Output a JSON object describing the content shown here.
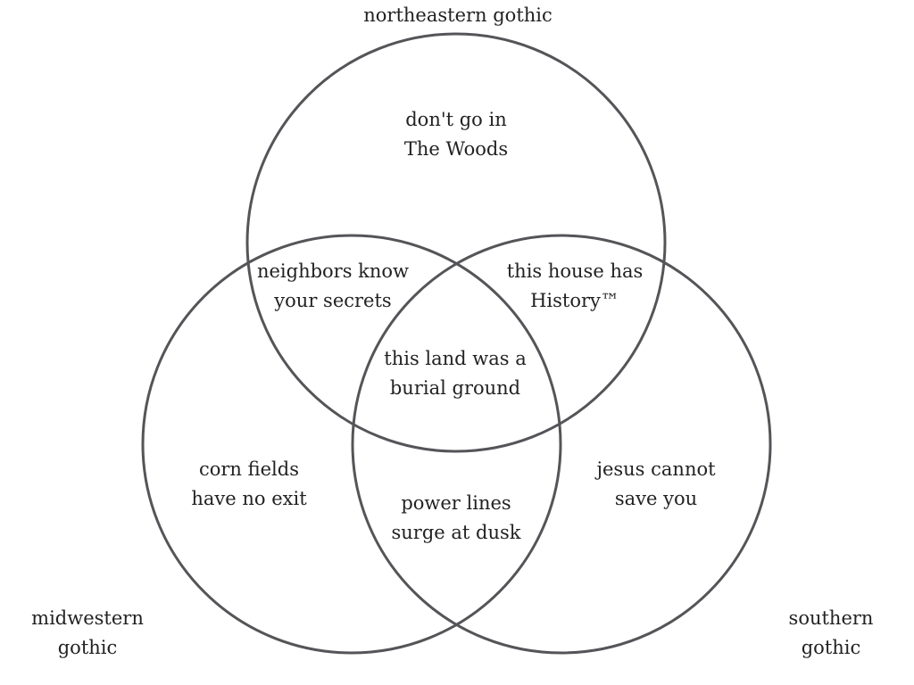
{
  "sets": [
    {
      "id": "northeastern",
      "label": [
        "northeastern gothic"
      ]
    },
    {
      "id": "midwestern",
      "label": [
        "midwestern",
        "gothic"
      ]
    },
    {
      "id": "southern",
      "label": [
        "southern",
        "gothic"
      ]
    }
  ],
  "regions": {
    "northeastern_only": [
      "don't go in",
      "The Woods"
    ],
    "northeastern_midwestern": [
      "neighbors know",
      "your secrets"
    ],
    "northeastern_southern": [
      "this house has",
      "History™"
    ],
    "all_three": [
      "this land was a",
      "burial ground"
    ],
    "midwestern_only": [
      "corn fields",
      "have no exit"
    ],
    "midwestern_southern": [
      "power lines",
      "surge at dusk"
    ],
    "southern_only": [
      "jesus cannot",
      "save you"
    ]
  },
  "colors": {
    "stroke": "#555458",
    "text": "#222222"
  }
}
